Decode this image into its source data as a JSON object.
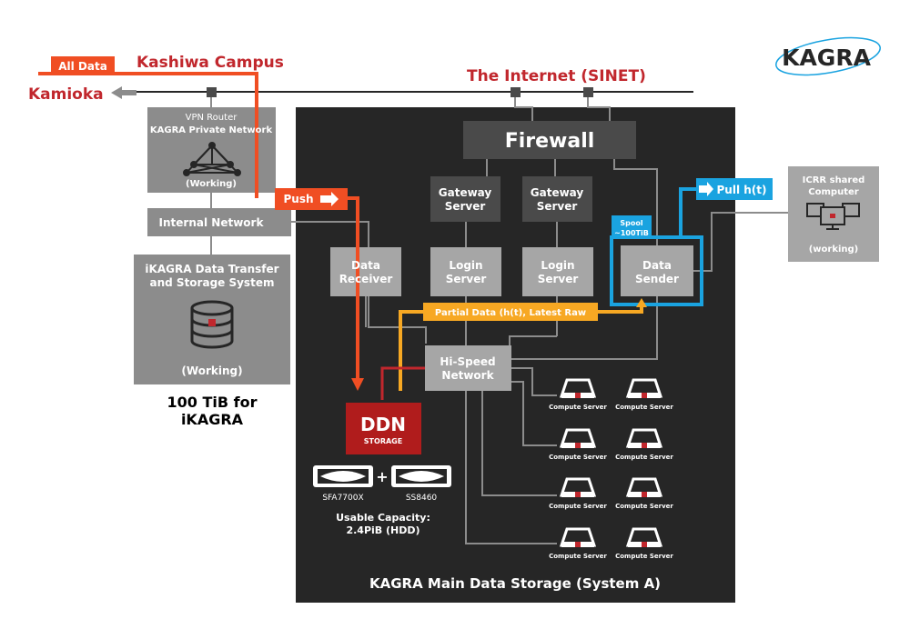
{
  "top": {
    "kashiwa_campus": "Kashiwa Campus",
    "kamioka": "Kamioka",
    "internet": "The Internet (SINET)",
    "all_data": "All Data",
    "logo": "KAGRA"
  },
  "left": {
    "vpn_router": "VPN Router",
    "private_network": "KAGRA Private Network",
    "vpn_status": "(Working)",
    "internal_network": "Internal Network",
    "transfer_title_1": "iKAGRA Data Transfer",
    "transfer_title_2": "and Storage System",
    "transfer_status": "(Working)",
    "capacity_1": "100 TiB for",
    "capacity_2": "iKAGRA"
  },
  "main": {
    "firewall": "Firewall",
    "gateway_1": [
      "Gateway",
      "Server"
    ],
    "gateway_2": [
      "Gateway",
      "Server"
    ],
    "data_receiver": [
      "Data",
      "Receiver"
    ],
    "login_1": [
      "Login",
      "Server"
    ],
    "login_2": [
      "Login",
      "Server"
    ],
    "data_sender": [
      "Data",
      "Sender"
    ],
    "spool": [
      "Spool",
      "~100TiB"
    ],
    "push": "Push",
    "pull": "Pull h(t)",
    "partial_data": "Partial Data (h(t), Latest Raw",
    "hi_speed": [
      "Hi-Speed",
      "Network"
    ],
    "ddn": "DDN",
    "ddn_sub": "STORAGE",
    "sfa": "SFA7700X",
    "ss": "SS8460",
    "usable_1": "Usable Capacity:",
    "usable_2": "2.4PiB (HDD)",
    "footer": "KAGRA Main Data Storage (System A)",
    "compute_label": "Compute Server"
  },
  "icrr": {
    "title_1": "ICRR shared",
    "title_2": "Computer",
    "status": "(working)"
  },
  "colors": {
    "dark_panel": "#262626",
    "dark_box": "#4a4a4a",
    "mid_box": "#8c8c8c",
    "light_box": "#a6a6a6",
    "orange": "#f04e23",
    "yellow": "#f7a823",
    "blue": "#1aa3e0",
    "red": "#c1272d",
    "dark_red": "#b01c1c"
  }
}
